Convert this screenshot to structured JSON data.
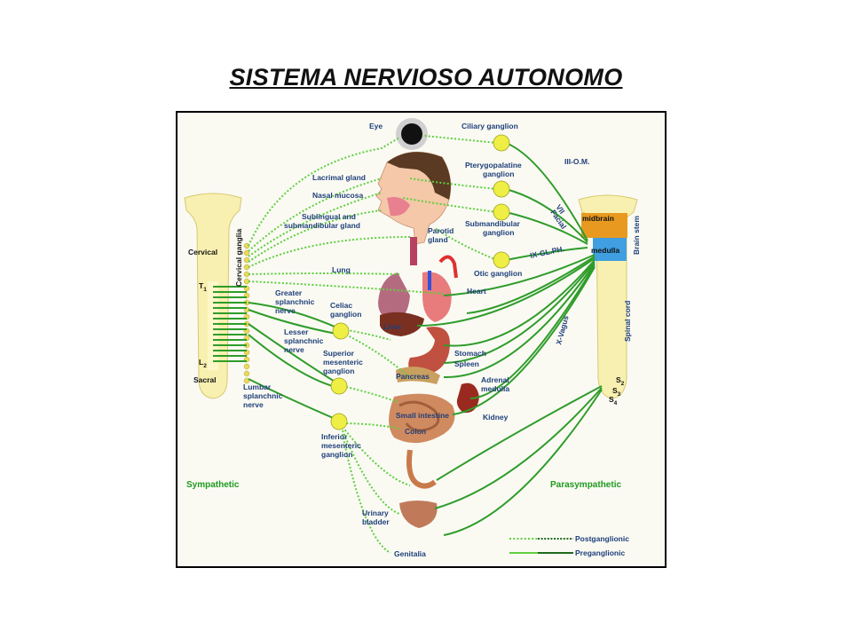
{
  "title": "SISTEMA NERVIOSO AUTONOMO",
  "sides": {
    "sympathetic": "Sympathetic",
    "parasympathetic": "Parasympathetic"
  },
  "spinal_left": {
    "cervical": "Cervical",
    "t1": "T",
    "t1_sub": "1",
    "l2": "L",
    "l2_sub": "2",
    "sacral": "Sacral",
    "cervical_ganglia": "Cervical ganglia"
  },
  "spinal_right": {
    "midbrain": "midbrain",
    "medulla": "medulla",
    "brain_stem": "Brain stem",
    "spinal_cord": "Spinal cord",
    "s2": "S",
    "s2_sub": "2",
    "s3": "S",
    "s3_sub": "3",
    "s4": "S",
    "s4_sub": "4"
  },
  "nerves": {
    "greater_l1": "Greater",
    "greater_l2": "splanchnic",
    "greater_l3": "nerve",
    "lesser_l1": "Lesser",
    "lesser_l2": "splanchnic",
    "lesser_l3": "nerve",
    "lumbar_l1": "Lumbar",
    "lumbar_l2": "splanchnic",
    "lumbar_l3": "nerve",
    "om": "III-O.M.",
    "vii": "VII",
    "facial": "Facial",
    "ixgl": "IX-GL.PH.",
    "vagus": "X-Vagus"
  },
  "ganglia": {
    "ciliary": "Ciliary ganglion",
    "pterygo_l1": "Pterygopalatine",
    "pterygo_l2": "ganglion",
    "submand_l1": "Submandibular",
    "submand_l2": "ganglion",
    "otic": "Otic ganglion",
    "celiac_l1": "Celiac",
    "celiac_l2": "ganglion",
    "supmes_l1": "Superior",
    "supmes_l2": "mesenteric",
    "supmes_l3": "ganglion",
    "infmes_l1": "Inferior",
    "infmes_l2": "mesenteric",
    "infmes_l3": "ganglion"
  },
  "organs": {
    "eye": "Eye",
    "lacrimal": "Lacrimal gland",
    "nasal": "Nasal mucosa",
    "sublingual_l1": "Sublingual and",
    "sublingual_l2": "submandibular gland",
    "parotid_l1": "Parotid",
    "parotid_l2": "gland",
    "lung": "Lung",
    "heart": "Heart",
    "liver": "Liver",
    "stomach": "Stomach",
    "spleen": "Spleen",
    "pancreas": "Pancreas",
    "adrenal_l1": "Adrenal",
    "adrenal_l2": "medulla",
    "small_intestine": "Small intestine",
    "kidney": "Kidney",
    "colon": "Colon",
    "urinary_l1": "Urinary",
    "urinary_l2": "bladder",
    "genitalia": "Genitalia"
  },
  "legend": {
    "postganglionic": "Postganglionic",
    "preganglionic": "Preganglionic"
  },
  "colors": {
    "pre": "#2f9c2a",
    "post": "#5fcf3f",
    "label": "#1f3f7a",
    "side_label": "#1e9a1e",
    "ganglion": "#eeee44",
    "spine": "#f8f0b0"
  }
}
